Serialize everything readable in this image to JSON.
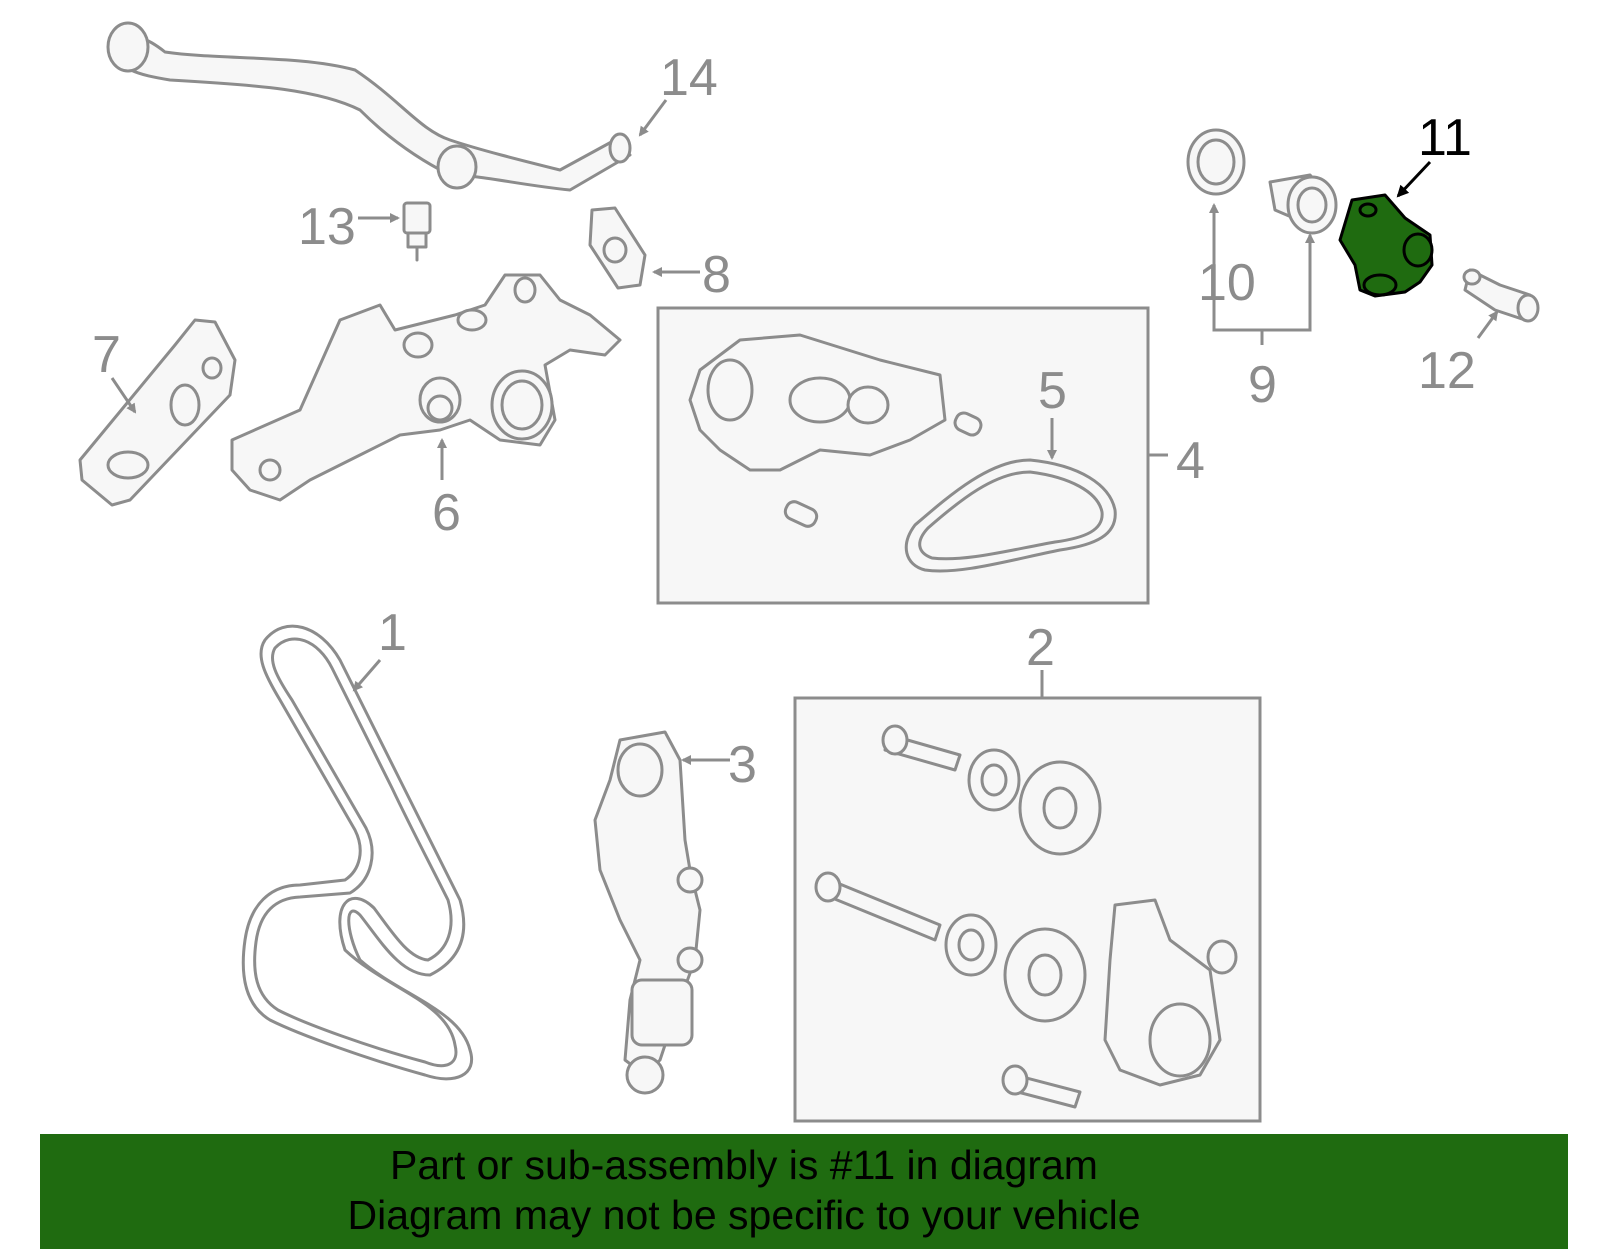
{
  "callouts": {
    "c1": "1",
    "c2": "2",
    "c3": "3",
    "c4": "4",
    "c5": "5",
    "c6": "6",
    "c7": "7",
    "c8": "8",
    "c9": "9",
    "c10": "10",
    "c11": "11",
    "c12": "12",
    "c13": "13",
    "c14": "14"
  },
  "highlight": {
    "part": "11",
    "color": "#1f6b10"
  },
  "banner": {
    "line1": "Part or sub-assembly is #11 in diagram",
    "line2": "Diagram may not be specific to your vehicle"
  }
}
